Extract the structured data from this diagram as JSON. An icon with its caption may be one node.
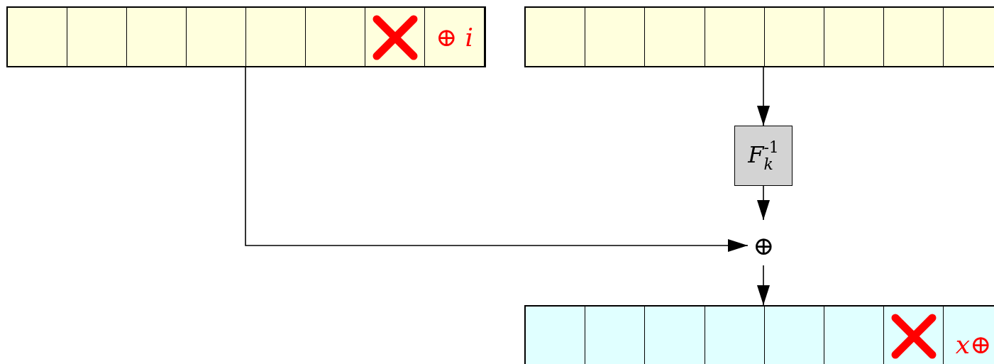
{
  "diagram": {
    "nodes": [
      {
        "text": [],
        "shape": "bar"
      },
      {
        "text": [
          "⊕ i"
        ],
        "in": 0
      },
      {
        "text": [],
        "shape": "bar"
      },
      {
        "text": [
          "F$_{k}$$^{-1}$"
        ]
      },
      {
        "text": [
          "⊕"
        ]
      },
      {
        "text": [],
        "shape": "bar"
      },
      {
        "text": [
          "x⊕"
        ],
        "in": 5
      }
    ],
    "edges": [
      {
        "from": 0,
        "to": 4,
        "arrow": "to"
      },
      {
        "from": 2,
        "to": 3,
        "arrow": "to"
      },
      {
        "from": 3,
        "to": 4,
        "arrow": "to"
      },
      {
        "from": 4,
        "to": 5,
        "arrow": "to"
      }
    ]
  }
}
